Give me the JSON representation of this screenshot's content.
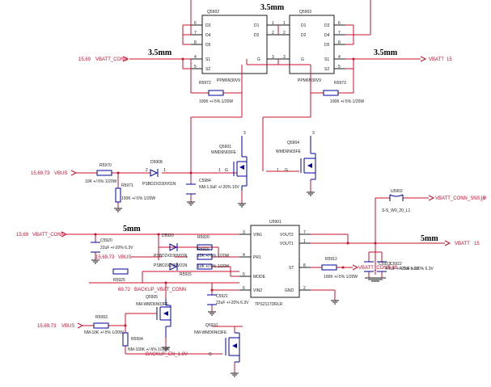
{
  "dimension_labels": {
    "top": "3.5mm",
    "left_mid": "3.5mm",
    "right_mid": "3.5mm",
    "left_lower": "5mm",
    "right_lower": "5mm"
  },
  "q5902": {
    "ref": "Q5902",
    "part": "PPM6N30V9",
    "pins_left": [
      {
        "label": "D3",
        "num": "6"
      },
      {
        "label": "D4",
        "num": "7"
      },
      {
        "label": "D5",
        "num": "8"
      },
      {
        "label": "S1",
        "num": "4"
      },
      {
        "label": "S2",
        "num": "5"
      }
    ],
    "pins_right": [
      {
        "label": "D1",
        "num": "1"
      },
      {
        "label": "D2",
        "num": "2"
      },
      {
        "label": "G",
        "num": "3"
      }
    ]
  },
  "q5903": {
    "ref": "Q5903",
    "part": "PPM6N30V9",
    "pins_left": [
      {
        "label": "D1",
        "num": "1"
      },
      {
        "label": "D2",
        "num": "2"
      },
      {
        "label": "G",
        "num": "3"
      }
    ],
    "pins_right": [
      {
        "label": "D3",
        "num": "6"
      },
      {
        "label": "D4",
        "num": "7"
      },
      {
        "label": "D5",
        "num": "8"
      },
      {
        "label": "S1",
        "num": "4"
      },
      {
        "label": "S2",
        "num": "5"
      }
    ]
  },
  "nets": {
    "vbatt_conn_top": {
      "pages": "15,69",
      "name": "VBATT_CONN"
    },
    "vbatt_top": {
      "name": "VBATT",
      "pages": "15"
    },
    "vbus_mid": {
      "pages": "15,69,73",
      "name": "VBUS"
    },
    "vbatt_conn_low": {
      "pages": "15,69",
      "name": "VBATT_CONN"
    },
    "vbus_low": {
      "pages": "15,69,73",
      "name": "VBUS"
    },
    "backup_vbat_conn": {
      "pages": "69,72",
      "name": "BACKUP_VBAT_CONN"
    },
    "backup_en": {
      "name": "BACKUP_EN_1.8V"
    },
    "vbus_bottom": {
      "pages": "15,69,73",
      "name": "VBUS"
    },
    "vbatt_conn_sns": {
      "name": "VBATT_CONN_SNS_P",
      "pages": "15"
    },
    "vbatt_low": {
      "name": "VBATT",
      "pages": "15"
    },
    "vbatt_conn_st": {
      "name": "VBATT_CONN",
      "pages": "15,69"
    }
  },
  "resistors": {
    "r5972": {
      "ref": "R5972",
      "value": "100K +/-5% 1/20W"
    },
    "r5973": {
      "ref": "R5973",
      "value": "100K +/-5% 1/20W"
    },
    "r5970": {
      "ref": "R5970",
      "value": "10K +/-5% 1/20W"
    },
    "r5971": {
      "ref": "R5971",
      "value": "100K +/-5% 1/20W"
    },
    "r5920": {
      "ref": "R5920",
      "value": "10K +/-5% 1/20W"
    },
    "r5916": {
      "ref": "R5916",
      "value": "10K +/-5% 1/20W"
    },
    "r5915": {
      "ref": "R5915",
      "value": "10K +/-5% 1/20W"
    },
    "r5925": {
      "ref": "R5925"
    },
    "r5993": {
      "ref": "R5993",
      "value": "NM-10K +/-5% 1/20W"
    },
    "r5994": {
      "ref": "R5994",
      "value": "NM-100K +/-5% 1/20W"
    },
    "r5912": {
      "ref": "R5912",
      "value": "100K +/-5% 1/20W"
    }
  },
  "caps": {
    "c5984": {
      "ref": "C5984",
      "value": "NM-1.0uF +/-20% 10V"
    },
    "c5920": {
      "ref": "C5920",
      "value": "22uF +/-20% 6.3V"
    },
    "c5921": {
      "ref": "C5921",
      "value": "22uF +/-20% 6.3V"
    },
    "c5923": {
      "ref": "C5923",
      "value": "4.7uF +/-20% 6.3V"
    },
    "c5922": {
      "ref": "C5922",
      "value": "4.7uF +/-20% 6.3V"
    }
  },
  "diodes": {
    "d5908": {
      "ref": "D5908",
      "part": "PSBD2XD30V01N"
    },
    "d5920": {
      "ref": "D5920",
      "part": "PSBD2XD30V01N"
    },
    "d5921": {
      "part": "PSBD2XD30V01N"
    }
  },
  "fets": {
    "q5901": {
      "ref": "Q5901",
      "part": "WMD6N03FE"
    },
    "q5904": {
      "ref": "Q5904",
      "part": "WMD6N03FE"
    },
    "q5905": {
      "ref": "Q5905",
      "part": "NM-WMD6N03FE"
    },
    "q5910": {
      "ref": "Q5910",
      "part": "NM-WMD6N03FE"
    }
  },
  "u5901": {
    "ref": "U5901",
    "part": "TPS2117DRLR",
    "left_pins": [
      {
        "name": "VIN1",
        "num": "3"
      },
      {
        "name": "PR1",
        "num": "4"
      },
      {
        "name": "MODE",
        "num": "5"
      },
      {
        "name": "VIN2",
        "num": "6"
      }
    ],
    "right_pins": [
      {
        "name": "VOUT2",
        "num": "7"
      },
      {
        "name": "VOUT1",
        "num": "1"
      },
      {
        "name": "ST",
        "num": "8"
      },
      {
        "name": "GND",
        "num": "2"
      }
    ]
  },
  "u5902": {
    "ref": "U5902",
    "part": "S-S_W0_20_L1"
  },
  "pin_labels": {
    "one": "1",
    "two": "2",
    "three": "3",
    "g": "G",
    "s": "S"
  }
}
